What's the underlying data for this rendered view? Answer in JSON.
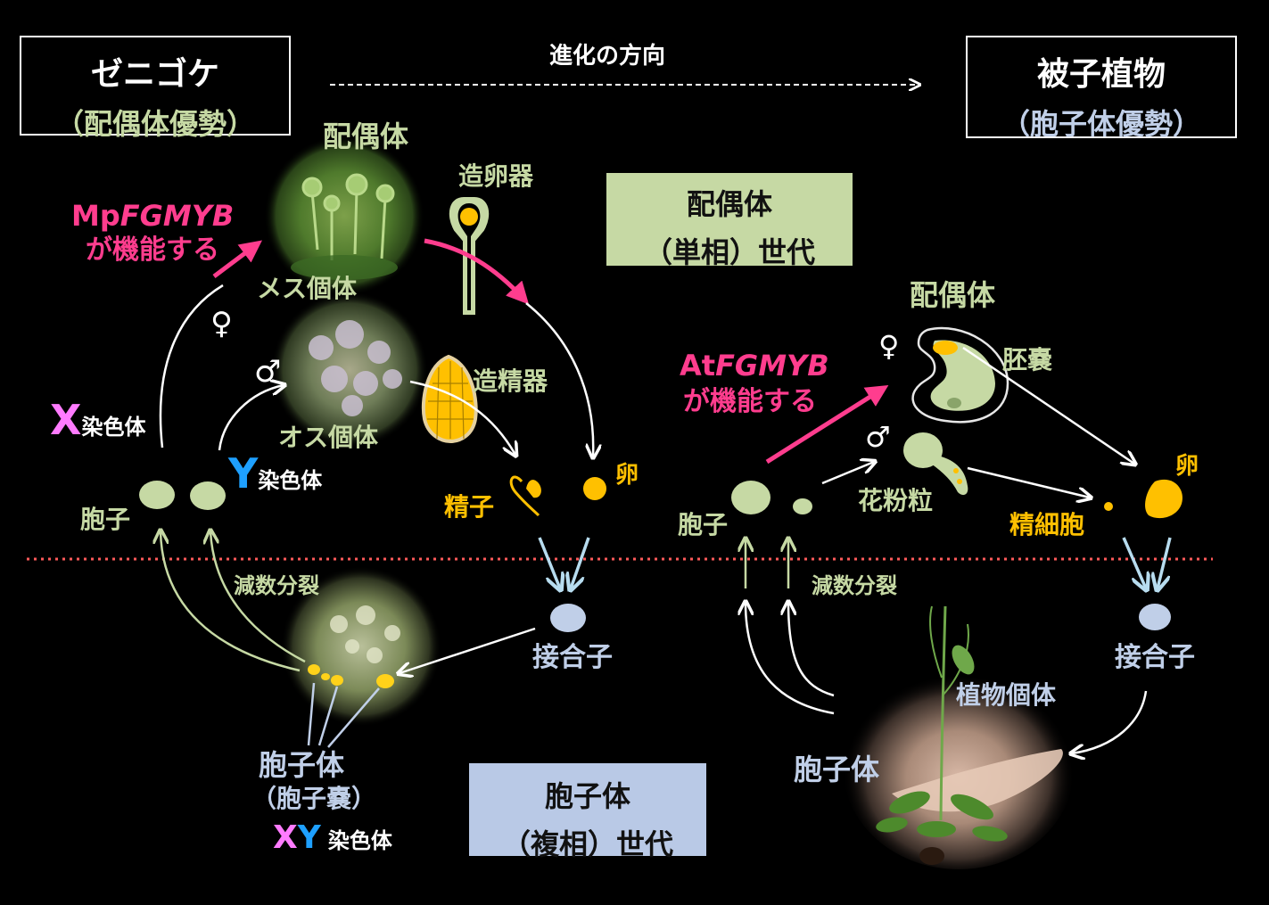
{
  "colors": {
    "gametophyte": "#c6d9a4",
    "sporophyte": "#c0cfe8",
    "gene": "#ff3d8e",
    "gamete": "#ffc000",
    "x_chrom": "#ff7bff",
    "y_chrom": "#1ea0ff",
    "divider": "#ff5a5a"
  },
  "left_title": {
    "main": "ゼニゴケ",
    "sub": "（配偶体優勢）"
  },
  "right_title": {
    "main": "被子植物",
    "sub": "（胞子体優勢）"
  },
  "evolution_label": "進化の方向",
  "gametophyte_generation": {
    "line1": "配偶体",
    "line2": "（単相）世代"
  },
  "sporophyte_generation": {
    "line1": "胞子体",
    "line2": "（複相）世代"
  },
  "liverwort": {
    "gametophyte_label": "配偶体",
    "female": "メス個体",
    "male": "オス個体",
    "female_symbol": "♀",
    "male_symbol": "♂",
    "archegonium": "造卵器",
    "antheridium": "造精器",
    "sperm": "精子",
    "egg": "卵",
    "spore": "胞子",
    "x_letter": "X",
    "y_letter": "Y",
    "chromosome": "染色体",
    "gene_prefix": "Mp",
    "gene_name": "FGMYB",
    "gene_function": "が機能する",
    "meiosis": "減数分裂",
    "zygote": "接合子",
    "sporophyte": "胞子体",
    "sporangium": "（胞子嚢）",
    "xy_x": "X",
    "xy_y": "Y",
    "xy_chromosome": "染色体"
  },
  "angiosperm": {
    "gametophyte_label": "配偶体",
    "female_symbol": "♀",
    "male_symbol": "♂",
    "embryo_sac": "胚嚢",
    "pollen": "花粉粒",
    "sperm_cell": "精細胞",
    "egg": "卵",
    "spore": "胞子",
    "gene_prefix": "At",
    "gene_name": "FGMYB",
    "gene_function": "が機能する",
    "meiosis": "減数分裂",
    "zygote": "接合子",
    "plant": "植物個体",
    "sporophyte": "胞子体"
  }
}
